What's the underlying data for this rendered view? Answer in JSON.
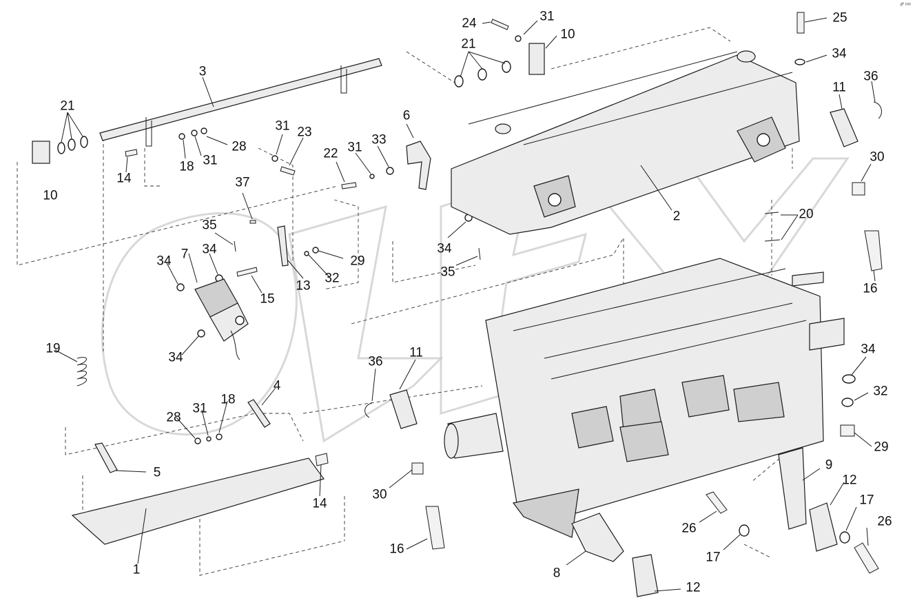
{
  "drawing": {
    "corner_code": "ᵍᴾ ᵇᵒᵇ",
    "callouts": [
      {
        "id": "c-24",
        "text": "24"
      },
      {
        "id": "c-31a",
        "text": "31"
      },
      {
        "id": "c-10a",
        "text": "10"
      },
      {
        "id": "c-25",
        "text": "25"
      },
      {
        "id": "c-21a",
        "text": "21"
      },
      {
        "id": "c-34a",
        "text": "34"
      },
      {
        "id": "c-3",
        "text": "3"
      },
      {
        "id": "c-11a",
        "text": "11"
      },
      {
        "id": "c-36a",
        "text": "36"
      },
      {
        "id": "c-21b",
        "text": "21"
      },
      {
        "id": "c-6",
        "text": "6"
      },
      {
        "id": "c-31b",
        "text": "31"
      },
      {
        "id": "c-23",
        "text": "23"
      },
      {
        "id": "c-33",
        "text": "33"
      },
      {
        "id": "c-28a",
        "text": "28"
      },
      {
        "id": "c-22",
        "text": "22"
      },
      {
        "id": "c-31c",
        "text": "31"
      },
      {
        "id": "c-18a",
        "text": "18"
      },
      {
        "id": "c-31d",
        "text": "31"
      },
      {
        "id": "c-10b",
        "text": "10"
      },
      {
        "id": "c-14a",
        "text": "14"
      },
      {
        "id": "c-30a",
        "text": "30"
      },
      {
        "id": "c-37",
        "text": "37"
      },
      {
        "id": "c-2",
        "text": "2"
      },
      {
        "id": "c-20",
        "text": "20"
      },
      {
        "id": "c-35a",
        "text": "35"
      },
      {
        "id": "c-34b",
        "text": "34"
      },
      {
        "id": "c-7",
        "text": "7"
      },
      {
        "id": "c-34c",
        "text": "34"
      },
      {
        "id": "c-29a",
        "text": "29"
      },
      {
        "id": "c-34d",
        "text": "34"
      },
      {
        "id": "c-35b",
        "text": "35"
      },
      {
        "id": "c-32a",
        "text": "32"
      },
      {
        "id": "c-13",
        "text": "13"
      },
      {
        "id": "c-15",
        "text": "15"
      },
      {
        "id": "c-16a",
        "text": "16"
      },
      {
        "id": "c-34e",
        "text": "34"
      },
      {
        "id": "c-19",
        "text": "19"
      },
      {
        "id": "c-36b",
        "text": "36"
      },
      {
        "id": "c-11b",
        "text": "11"
      },
      {
        "id": "c-34f",
        "text": "34"
      },
      {
        "id": "c-4",
        "text": "4"
      },
      {
        "id": "c-32b",
        "text": "32"
      },
      {
        "id": "c-28b",
        "text": "28"
      },
      {
        "id": "c-31e",
        "text": "31"
      },
      {
        "id": "c-18b",
        "text": "18"
      },
      {
        "id": "c-29b",
        "text": "29"
      },
      {
        "id": "c-5",
        "text": "5"
      },
      {
        "id": "c-9",
        "text": "9"
      },
      {
        "id": "c-12a",
        "text": "12"
      },
      {
        "id": "c-30b",
        "text": "30"
      },
      {
        "id": "c-14b",
        "text": "14"
      },
      {
        "id": "c-17a",
        "text": "17"
      },
      {
        "id": "c-26a",
        "text": "26"
      },
      {
        "id": "c-26b",
        "text": "26"
      },
      {
        "id": "c-17b",
        "text": "17"
      },
      {
        "id": "c-16b",
        "text": "16"
      },
      {
        "id": "c-8",
        "text": "8"
      },
      {
        "id": "c-1",
        "text": "1"
      },
      {
        "id": "c-12b",
        "text": "12"
      }
    ]
  }
}
